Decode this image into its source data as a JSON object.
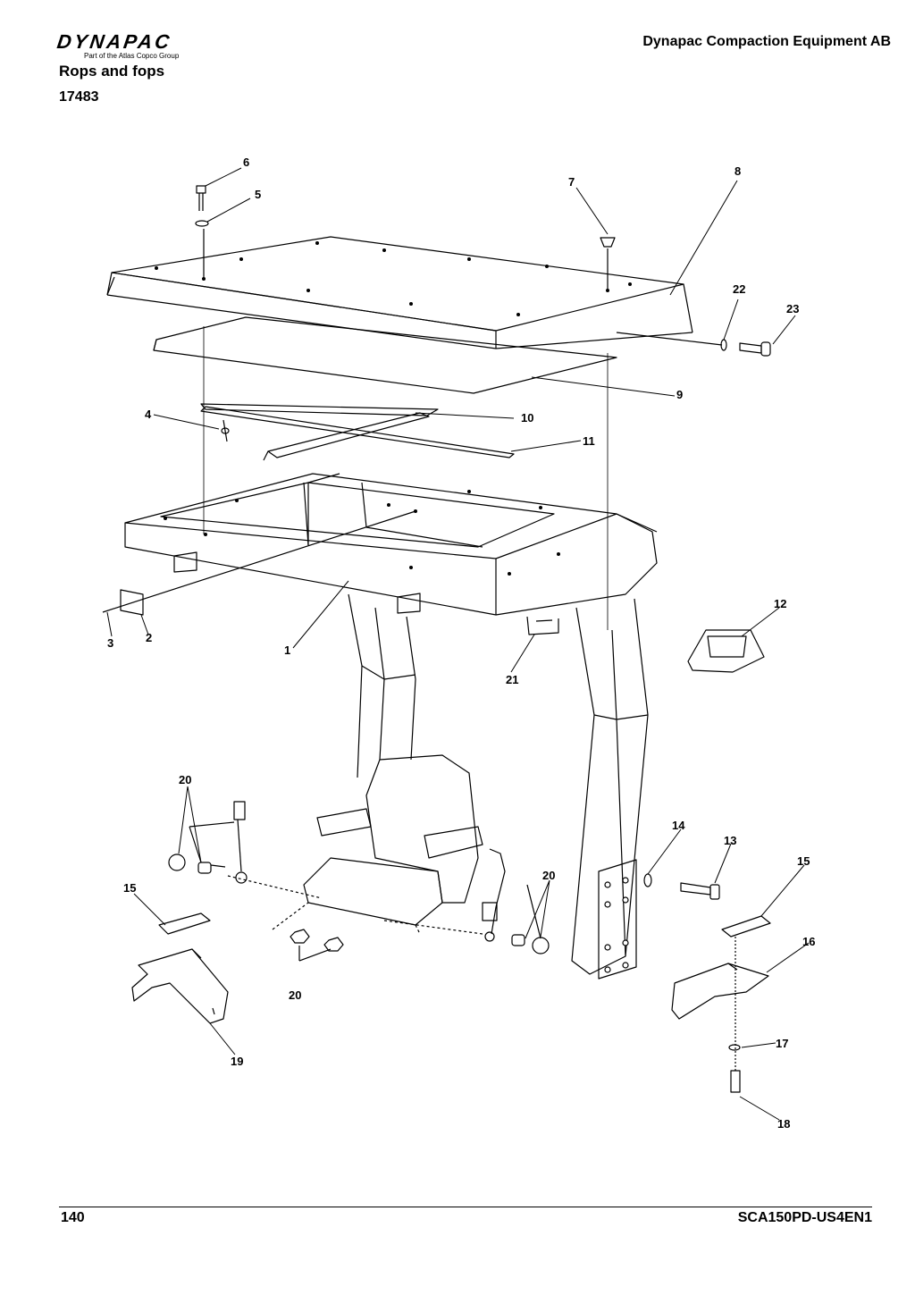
{
  "header": {
    "logo_word": "DYNAPAC",
    "logo_tagline": "Part of the Atlas Copco Group",
    "company": "Dynapac Compaction Equipment AB",
    "title": "Rops and fops",
    "number": "17483"
  },
  "callouts": {
    "c1": "1",
    "c2": "2",
    "c3": "3",
    "c4": "4",
    "c5": "5",
    "c6": "6",
    "c7": "7",
    "c8": "8",
    "c9": "9",
    "c10": "10",
    "c11": "11",
    "c12": "12",
    "c13": "13",
    "c14": "14",
    "c15a": "15",
    "c15b": "15",
    "c16": "16",
    "c17": "17",
    "c18": "18",
    "c19": "19",
    "c20a": "20",
    "c20b": "20",
    "c20c": "20",
    "c21": "21",
    "c22": "22",
    "c23": "23"
  },
  "footer": {
    "page": "140",
    "code": "SCA150PD-US4EN1"
  }
}
